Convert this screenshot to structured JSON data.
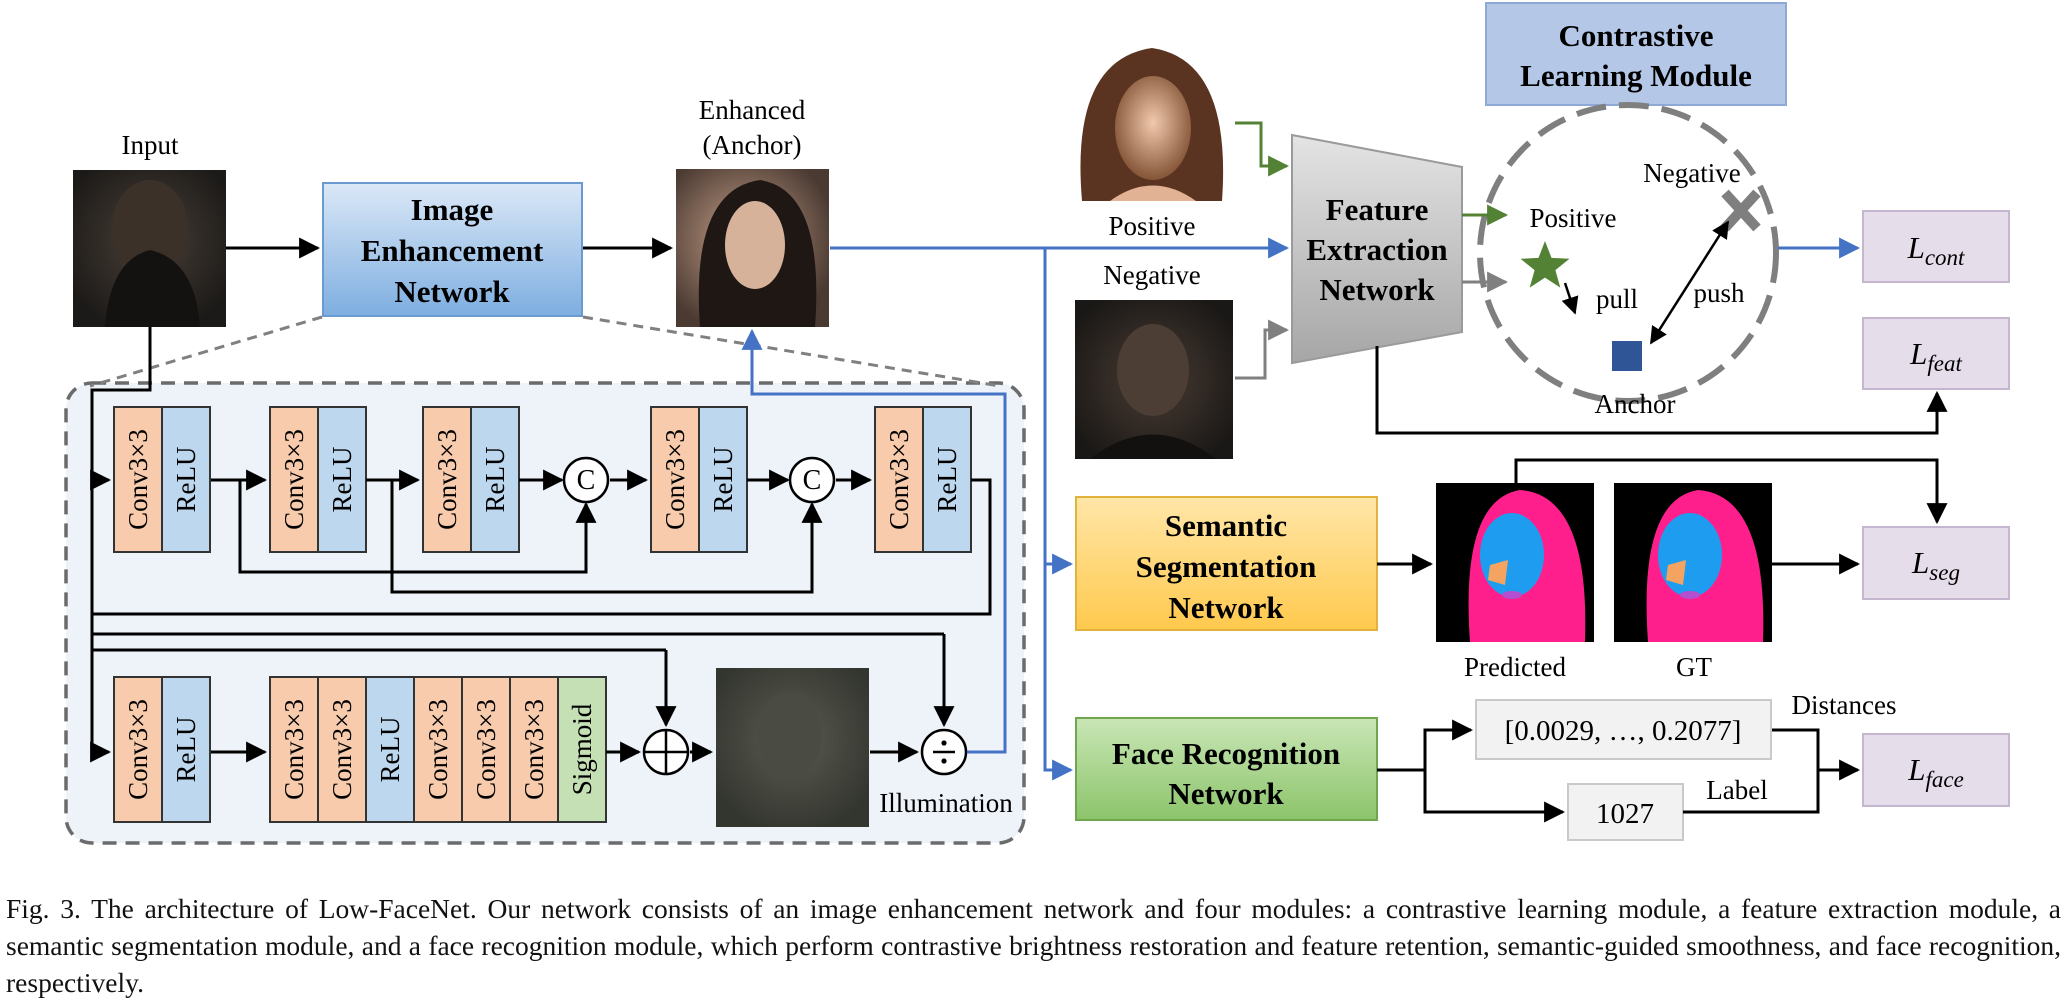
{
  "figure": {
    "caption": "Fig. 3.  The architecture of Low-FaceNet. Our network consists of an image enhancement network and four modules: a contrastive learning module, a feature extraction module, a semantic segmentation module, and a face recognition module, which perform contrastive brightness restoration and feature retention, semantic-guided smoothness, and face recognition, respectively."
  },
  "labels": {
    "input": "Input",
    "enhanced_1": "Enhanced",
    "enhanced_2": "(Anchor)",
    "positive_img": "Positive",
    "negative_img": "Negative",
    "illumination": "Illumination",
    "predicted": "Predicted",
    "gt": "GT",
    "distances_label": "Distances",
    "label_label": "Label"
  },
  "modules": {
    "ien": [
      "Image",
      "Enhancement",
      "Network"
    ],
    "fen": [
      "Feature",
      "Extraction",
      "Network"
    ],
    "clm": [
      "Contrastive",
      "Learning Module"
    ],
    "ssn": [
      "Semantic",
      "Segmentation",
      "Network"
    ],
    "frn": [
      "Face Recognition",
      "Network"
    ]
  },
  "contrastive": {
    "positive": "Positive",
    "negative": "Negative",
    "anchor": "Anchor",
    "pull": "pull",
    "push": "push"
  },
  "blocks": {
    "conv": "Conv3×3",
    "relu": "ReLU",
    "sigmoid": "Sigmoid",
    "concat": "C"
  },
  "losses": {
    "cont": {
      "main": "L",
      "sub": "cont"
    },
    "feat": {
      "main": "L",
      "sub": "feat"
    },
    "seg": {
      "main": "L",
      "sub": "seg"
    },
    "face": {
      "main": "L",
      "sub": "face"
    }
  },
  "recognition": {
    "distances": "[0.0029, …, 0.2077]",
    "label": "1027"
  },
  "colors": {
    "conv": "#F8CBAD",
    "relu": "#BDD7EE",
    "sigmoid": "#C5E0B4",
    "blue_arrow": "#4472C4",
    "green_arrow": "#548235",
    "loss_box": "#E6DDEB",
    "seg_box": "#FFD966",
    "face_box": "#A9D18E",
    "clm_box": "#B4C7E7"
  }
}
